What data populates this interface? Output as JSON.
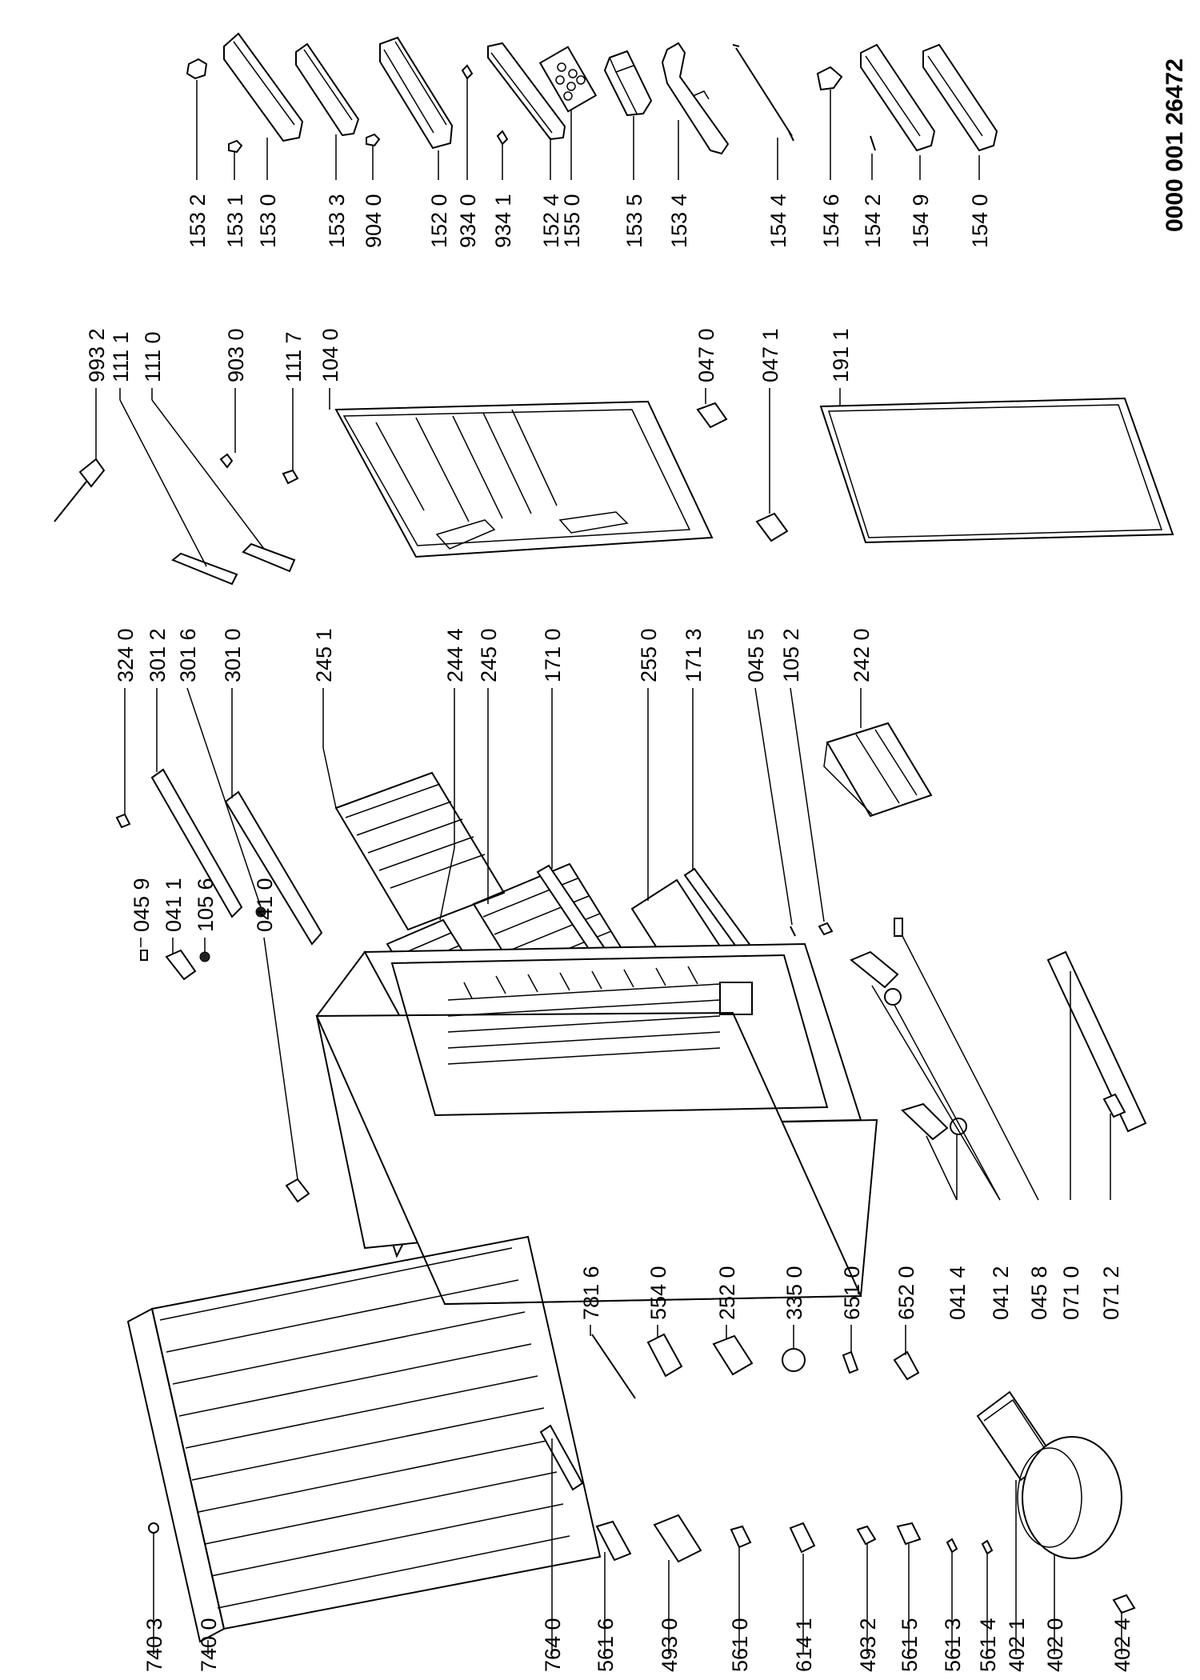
{
  "document_code": "0000 001 26472",
  "labels": {
    "p1532": "153 2",
    "p1531": "153 1",
    "p1530": "153 0",
    "p1533": "153 3",
    "p9040": "904 0",
    "p1520": "152 0",
    "p9340": "934 0",
    "p9341": "934 1",
    "p1524": "152 4",
    "p1550": "155 0",
    "p1535": "153 5",
    "p1534": "153 4",
    "p1544": "154 4",
    "p1546": "154 6",
    "p1542": "154 2",
    "p1549": "154 9",
    "p1540": "154 0",
    "p9932": "993 2",
    "p1111": "111 1",
    "p1110": "111 0",
    "p9030": "903 0",
    "p1117": "111 7",
    "p1040": "104 0",
    "p0470": "047 0",
    "p0471": "047 1",
    "p1911": "191 1",
    "p3240": "324 0",
    "p3012": "301 2",
    "p3016": "301 6",
    "p3010": "301 0",
    "p2451": "245 1",
    "p2444": "244 4",
    "p2450": "245 0",
    "p1710": "171 0",
    "p2550": "255 0",
    "p1713": "171 3",
    "p0455": "045 5",
    "p1052": "105 2",
    "p2420": "242 0",
    "p0459": "045 9",
    "p0411": "041 1",
    "p1056": "105 6",
    "p0410": "041 0",
    "p7816": "781 6",
    "p5540": "554 0",
    "p2520": "252 0",
    "p3350": "335 0",
    "p6510": "651 0",
    "p6520": "652 0",
    "p0414": "041 4",
    "p0412": "041 2",
    "p0458": "045 8",
    "p0710": "071 0",
    "p0712": "071 2",
    "p7403": "740 3",
    "p7400": "740 0",
    "p7640": "764 0",
    "p5616": "561 6",
    "p4930": "493 0",
    "p5610": "561 0",
    "p6141": "614 1",
    "p4932": "493 2",
    "p5615": "561 5",
    "p5613": "561 3",
    "p5614": "561 4",
    "p4021": "402 1",
    "p4020": "402 0",
    "p4024": "402 4"
  }
}
